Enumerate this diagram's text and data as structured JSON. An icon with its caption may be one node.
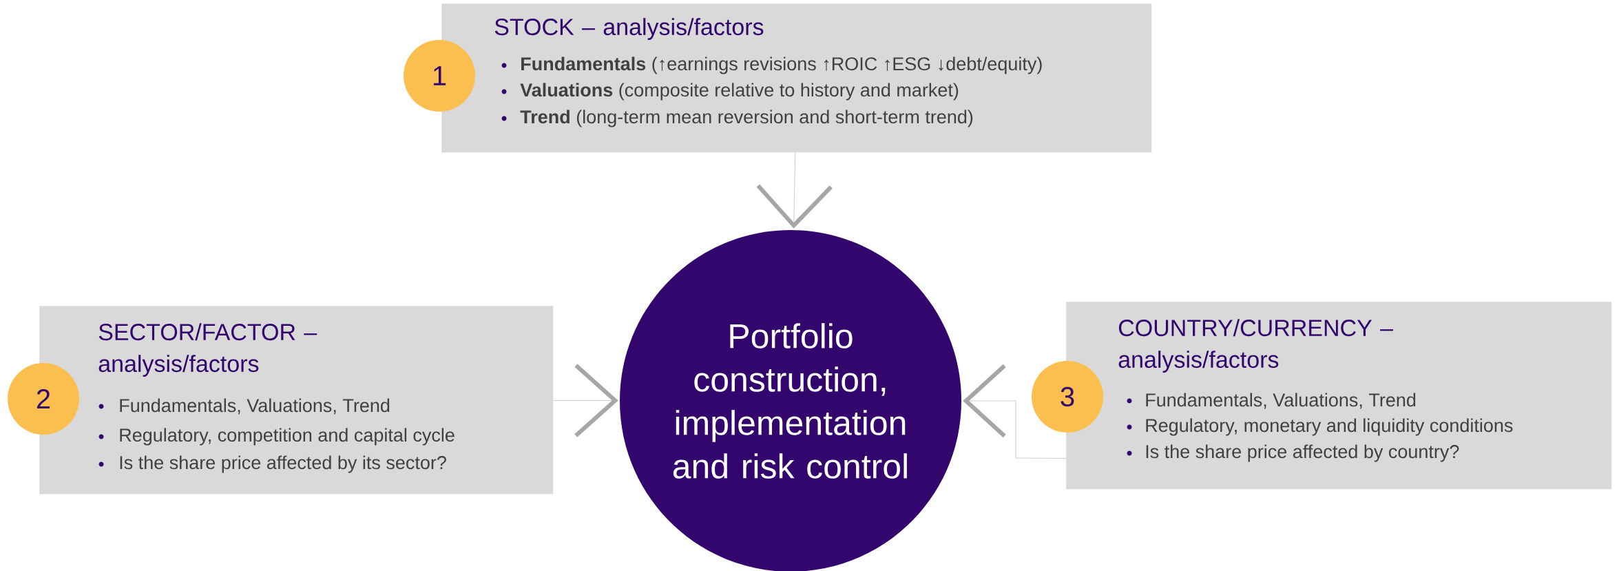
{
  "diagram": {
    "nodes": [
      {
        "text": [
          "1"
        ]
      },
      {
        "text": [
          "STOCK – analysis/factors",
          "**Fundamentals** (↑earnings revisions ↑ROIC ↑ESG ↓debt/equity)",
          "**Valuations** (composite relative to history and market)",
          "**Trend** (long-term mean reversion and short-term trend)"
        ]
      },
      {
        "text": [
          "2"
        ]
      },
      {
        "text": [
          "SECTOR/FACTOR – analysis/factors",
          "Fundamentals, Valuations, Trend",
          "Regulatory, competition and capital cycle",
          "Is the share price affected by its sector?"
        ]
      },
      {
        "text": [
          "Portfolio construction, implementation and risk control"
        ]
      },
      {
        "text": [
          "3"
        ]
      },
      {
        "text": [
          "COUNTRY/CURRENCY – analysis/factors",
          "Fundamentals, Valuations, Trend",
          "Regulatory, monetary and liquidity conditions",
          "Is the share price affected by country?"
        ]
      }
    ],
    "edges": [
      {
        "from": 1,
        "to": 4,
        "arrow": "to"
      },
      {
        "from": 3,
        "to": 4,
        "arrow": "to"
      },
      {
        "from": 6,
        "to": 4,
        "arrow": "to"
      }
    ]
  }
}
